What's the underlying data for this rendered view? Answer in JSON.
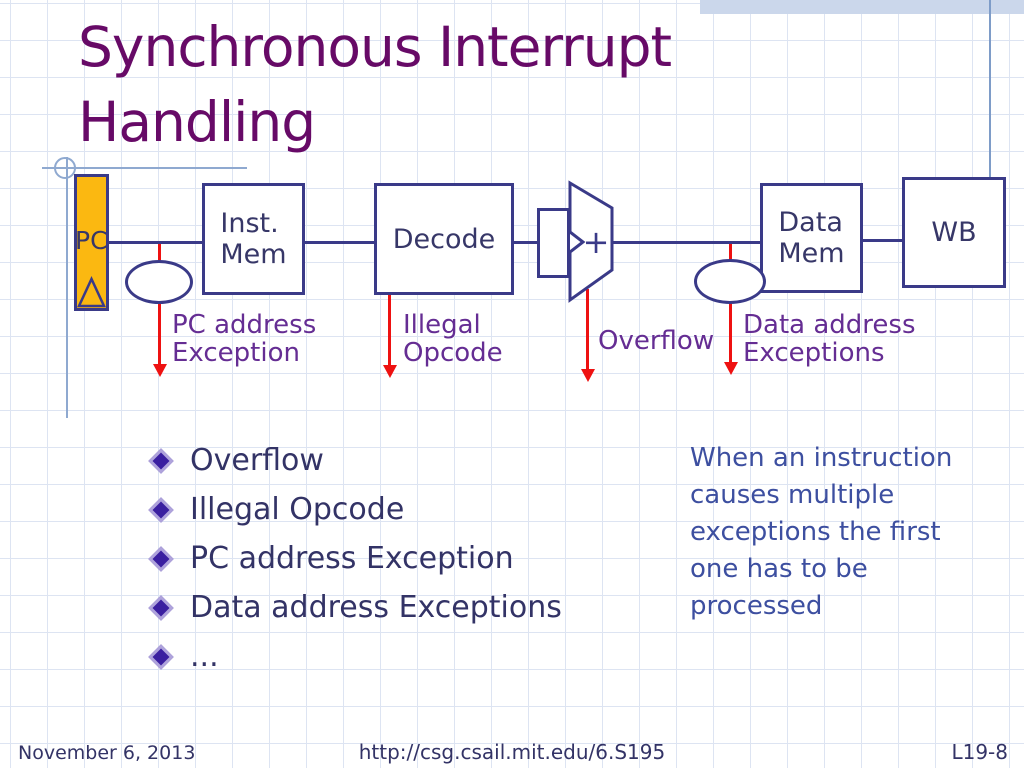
{
  "slide": {
    "title": "Synchronous Interrupt\nHandling",
    "footer": {
      "date": "November 6, 2013",
      "url": "http://csg.csail.mit.edu/6.S195",
      "slide_number": "L19-8"
    }
  },
  "diagram": {
    "blocks": {
      "pc": "PC",
      "inst_mem": "Inst.\nMem",
      "decode": "Decode",
      "alu_plus": "+",
      "data_mem": "Data\nMem",
      "wb": "WB"
    },
    "exceptions": {
      "pc_address": "PC address\nException",
      "illegal_opcode": "Illegal\nOpcode",
      "overflow": "Overflow",
      "data_address": "Data address\nExceptions"
    }
  },
  "bullets": [
    "Overflow",
    "Illegal Opcode",
    "PC address Exception",
    "Data address Exceptions",
    "..."
  ],
  "note": {
    "text": "When an instruction\ncauses multiple\nexceptions the first\none has to be\nprocessed"
  },
  "colors": {
    "title_purple": "#670a67",
    "diagram_navy": "#3a3a88",
    "text_navy": "#333366",
    "exception_purple": "#652d93",
    "arrow_red": "#ee1111",
    "pc_fill_orange": "#fbb811",
    "bullet_diamond": "#3a1fa0",
    "note_blue": "#3d4fa0",
    "grid_blue": "#dde4f2",
    "band_blue": "#cbd7eb"
  }
}
